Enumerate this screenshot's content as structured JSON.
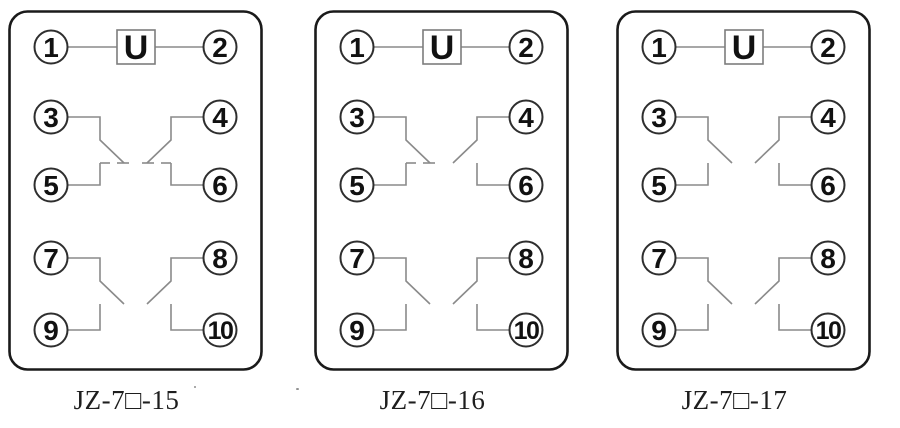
{
  "colors": {
    "background": "#ffffff",
    "border": "#1a1a1a",
    "wire": "#8a8a8a",
    "coil_box_stroke": "#7d7d7d",
    "circle_stroke": "#2e2e2e",
    "text": "#111111",
    "label_text": "#1e1e1e"
  },
  "u_label": "U",
  "diagrams": [
    {
      "label": "JZ-7□-15",
      "terminals": [
        "1",
        "2",
        "3",
        "4",
        "5",
        "6",
        "7",
        "8",
        "9",
        "10"
      ],
      "coil_terminals": "1-2",
      "contact_groups": [
        {
          "pair": "3-5",
          "type": "normally-closed"
        },
        {
          "pair": "4-6",
          "type": "normally-closed"
        },
        {
          "pair": "7-9",
          "type": "normally-open"
        },
        {
          "pair": "8-10",
          "type": "normally-open"
        }
      ]
    },
    {
      "label": "JZ-7□-16",
      "terminals": [
        "1",
        "2",
        "3",
        "4",
        "5",
        "6",
        "7",
        "8",
        "9",
        "10"
      ],
      "coil_terminals": "1-2",
      "contact_groups": [
        {
          "pair": "3-5",
          "type": "normally-closed"
        },
        {
          "pair": "4-6",
          "type": "normally-open"
        },
        {
          "pair": "7-9",
          "type": "normally-open"
        },
        {
          "pair": "8-10",
          "type": "normally-open"
        }
      ]
    },
    {
      "label": "JZ-7□-17",
      "terminals": [
        "1",
        "2",
        "3",
        "4",
        "5",
        "6",
        "7",
        "8",
        "9",
        "10"
      ],
      "coil_terminals": "1-2",
      "contact_groups": [
        {
          "pair": "3-5",
          "type": "normally-open"
        },
        {
          "pair": "4-6",
          "type": "normally-open"
        },
        {
          "pair": "7-9",
          "type": "normally-open"
        },
        {
          "pair": "8-10",
          "type": "normally-open"
        }
      ]
    }
  ]
}
